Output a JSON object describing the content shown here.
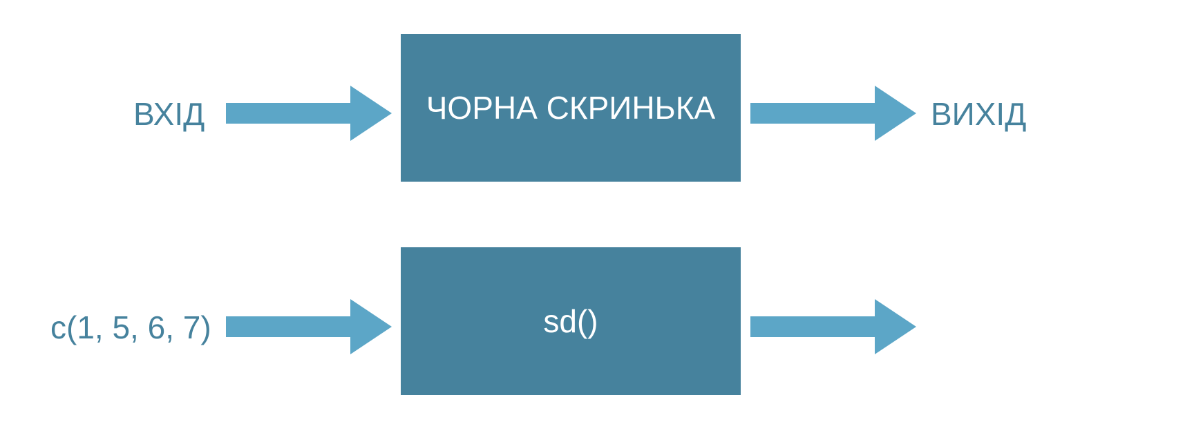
{
  "diagram": {
    "top_row": {
      "input_label": "ВХІД",
      "box_label": "ЧОРНА СКРИНЬКА",
      "output_label": "ВИХІД"
    },
    "bottom_row": {
      "input_label": "c(1, 5, 6, 7)",
      "box_label": "sd()",
      "output_label": ""
    },
    "colors": {
      "box_fill": "#46829d",
      "box_text": "#ffffff",
      "arrow_fill": "#5ca6c7",
      "label_text": "#46829d",
      "background": "#ffffff"
    }
  }
}
